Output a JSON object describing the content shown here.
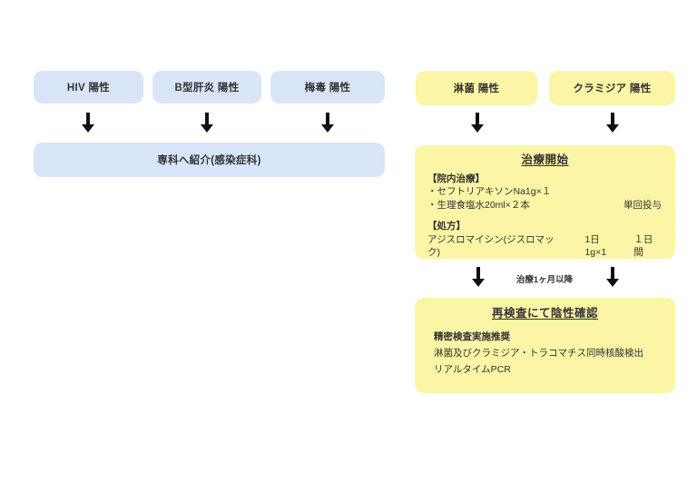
{
  "colors": {
    "box_blue": "#d8e5f8",
    "box_yellow": "#fbf5a5",
    "text": "#333333",
    "arrow": "#111111",
    "background": "#ffffff"
  },
  "left_flow": {
    "boxes": [
      {
        "label": "HIV 陽性"
      },
      {
        "label": "B型肝炎 陽性"
      },
      {
        "label": "梅毒 陽性"
      }
    ],
    "referral_box": {
      "label": "専科へ紹介(感染症科)"
    }
  },
  "right_flow": {
    "boxes": [
      {
        "label": "淋菌 陽性"
      },
      {
        "label": "クラミジア 陽性"
      }
    ],
    "treatment_box": {
      "title": "治療開始",
      "inpatient_header": "【院内治療】",
      "inpatient_item_1": "・セフトリアキソンNa1g×１",
      "inpatient_item_2": "・生理食塩水20ml×２本",
      "inpatient_note": "単回投与",
      "prescription_header": "【処方】",
      "prescription_name": "アジスロマイシン(ジスロマック)",
      "prescription_dose": "1日1g×1",
      "prescription_duration": "１日間"
    },
    "interval_label": "治療1ヶ月以降",
    "retest_box": {
      "title": "再検査にて陰性確認",
      "recommendation": "精密検査実施推奨",
      "test_name": "淋菌及びクラミジア・トラコマチス同時核酸検出",
      "test_method": "リアルタイムPCR"
    }
  }
}
